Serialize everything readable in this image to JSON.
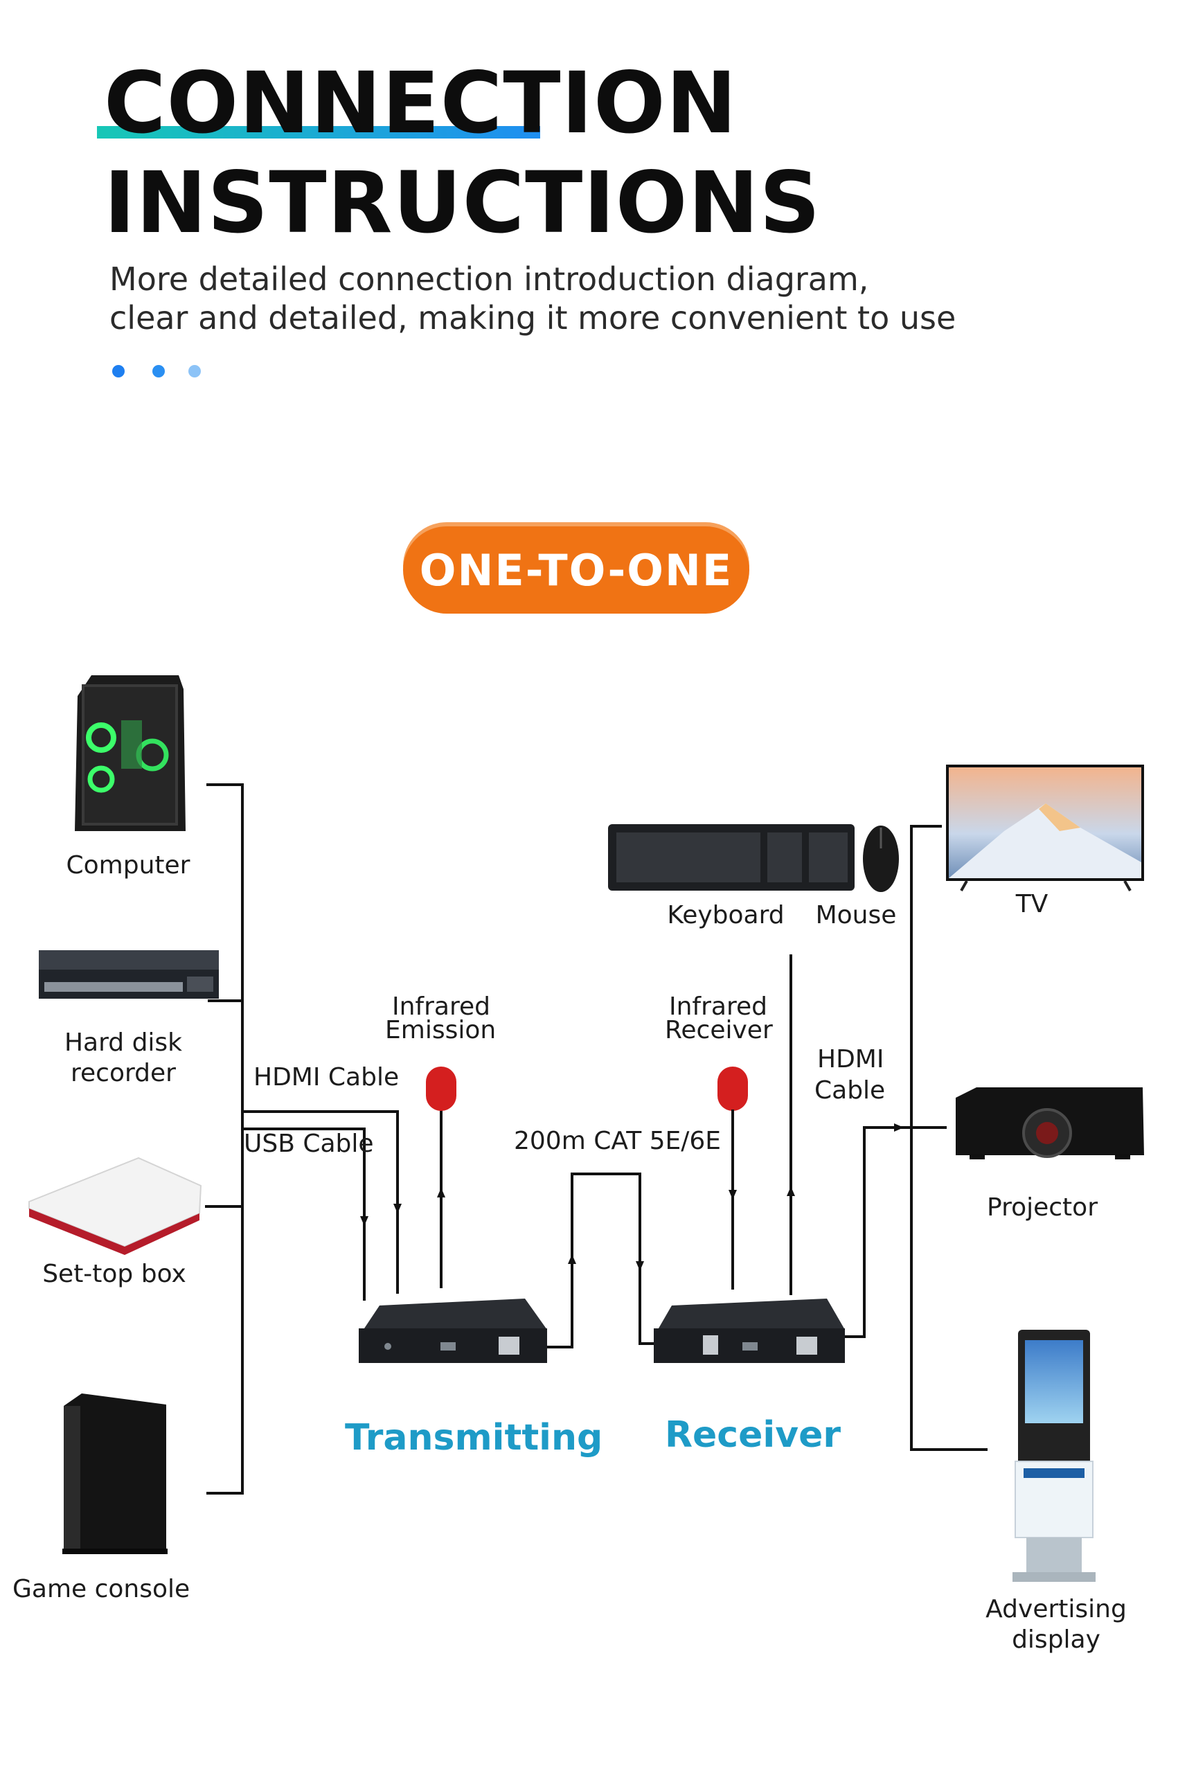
{
  "header": {
    "title_line1": "CONNECTION",
    "title_line2": "INSTRUCTIONS",
    "subtitle_line1": "More detailed connection introduction diagram,",
    "subtitle_line2": "clear and detailed, making it more convenient to use",
    "accent_colors": [
      "#17c7b6",
      "#1f8ef1"
    ],
    "dot_colors": [
      "#1e7ff0",
      "#2a8ff2",
      "#8cc3f7"
    ]
  },
  "mode_badge": {
    "label": "ONE-TO-ONE",
    "color": "#f07314"
  },
  "sources": [
    {
      "label": "Computer",
      "icon": "pc-tower-icon"
    },
    {
      "label": "Hard disk\nrecorder",
      "icon": "dvr-icon"
    },
    {
      "label": "Set-top box",
      "icon": "set-top-box-icon"
    },
    {
      "label": "Game console",
      "icon": "game-console-icon"
    }
  ],
  "cables": {
    "hdmi_in": "HDMI Cable",
    "usb_in": "USB Cable",
    "network": "200m CAT 5E/6E",
    "hdmi_out_line1": "HDMI",
    "hdmi_out_line2": "Cable"
  },
  "infrared": {
    "emission_line1": "Infrared",
    "emission_line2": "Emission",
    "receiver_line1": "Infrared",
    "receiver_line2": "Receiver",
    "color": "#d41f1f"
  },
  "units": {
    "transmitter": "Transmitting",
    "receiver": "Receiver",
    "color": "#1e9bc7"
  },
  "peripherals": [
    {
      "label": "Keyboard",
      "icon": "keyboard-icon"
    },
    {
      "label": "Mouse",
      "icon": "mouse-icon"
    }
  ],
  "displays": [
    {
      "label": "TV",
      "icon": "tv-icon"
    },
    {
      "label": "Projector",
      "icon": "projector-icon"
    },
    {
      "label": "Advertising\ndisplay",
      "icon": "kiosk-icon"
    }
  ]
}
